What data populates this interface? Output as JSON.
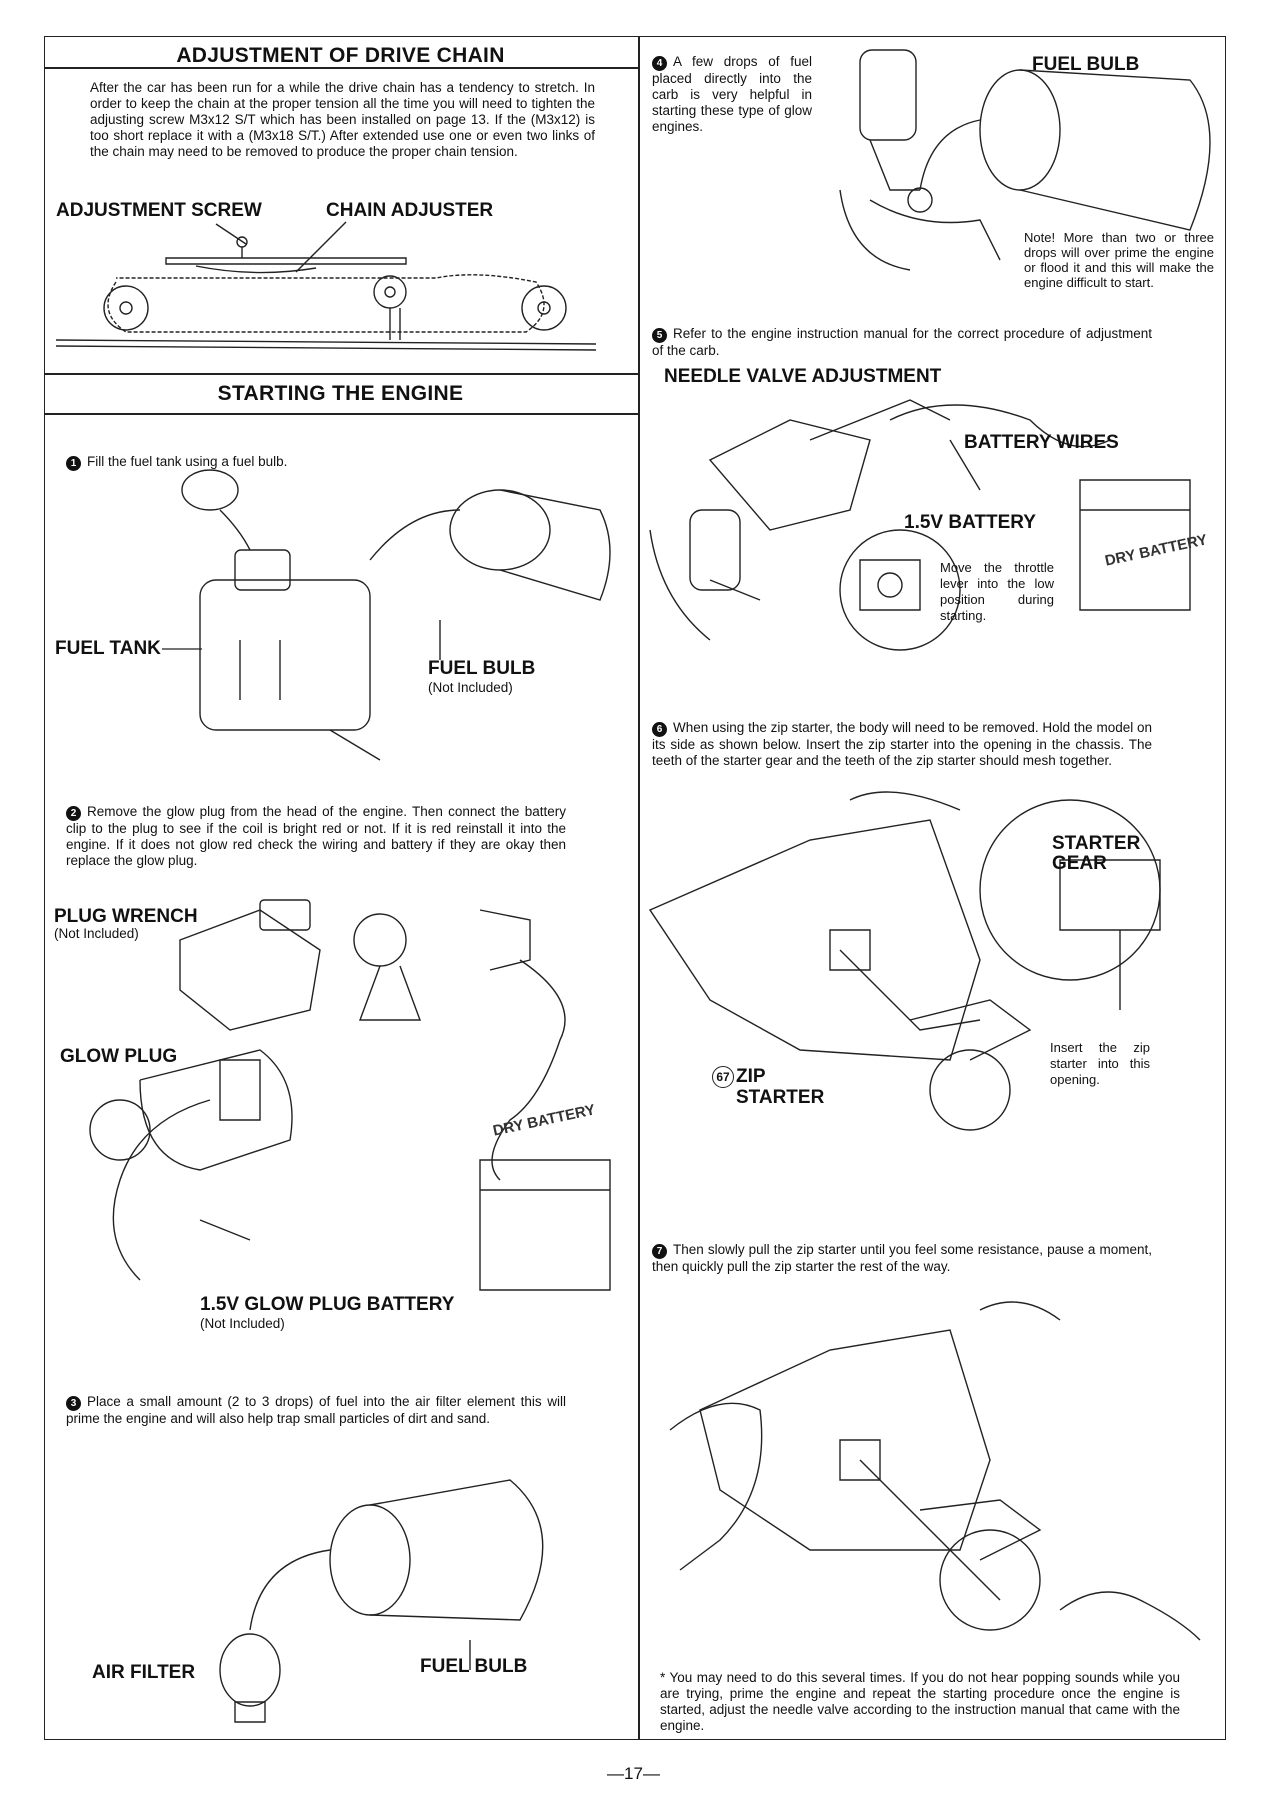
{
  "left": {
    "chain_title": "ADJUSTMENT OF DRIVE CHAIN",
    "chain_text": "After the car has been run for a while the drive chain has a tendency to stretch. In order to keep the chain at the proper tension all the time you will need to tighten the adjusting screw M3x12 S/T which has been installed on page 13. If the (M3x12) is too short replace it with a (M3x18 S/T.) After extended use one or even two links of the chain may need to be removed to produce the proper chain tension.",
    "adjustment_screw": "ADJUSTMENT SCREW",
    "chain_adjuster": "CHAIN ADJUSTER",
    "starting_title": "STARTING THE ENGINE",
    "step1_num": "1",
    "step1": "Fill the fuel tank using a fuel bulb.",
    "fuel_tank": "FUEL TANK",
    "fuel_bulb_1": "FUEL BULB",
    "not_included_1": "(Not Included)",
    "step2_num": "2",
    "step2": "Remove the glow plug from the head of the engine. Then connect the battery clip to the plug to see if the coil is bright red or not. If it is red reinstall it into the engine. If it does not glow red check the wiring and battery if they are okay then replace the glow plug.",
    "plug_wrench": "PLUG WRENCH",
    "not_included_2": "(Not Included)",
    "glow_plug": "GLOW PLUG",
    "glow_battery": "1.5V GLOW PLUG BATTERY",
    "not_included_3": "(Not Included)",
    "dry_battery_1": "DRY BATTERY",
    "step3_num": "3",
    "step3": "Place a small amount (2 to 3 drops) of fuel into the air filter element this will prime the engine and will also help trap small particles of dirt and sand.",
    "air_filter": "AIR FILTER",
    "fuel_bulb_3": "FUEL BULB"
  },
  "right": {
    "step4_num": "4",
    "step4": "A few drops of fuel placed directly into the carb is very helpful in starting these type of glow engines.",
    "fuel_bulb_4": "FUEL BULB",
    "note": "Note! More than two or three drops will over prime the engine or flood it and this will make the engine difficult to start.",
    "step5_num": "5",
    "step5": "Refer to the engine instruction manual for the correct procedure of adjustment of the carb.",
    "needle_valve": "NEEDLE VALVE ADJUSTMENT",
    "battery_wires": "BATTERY WIRES",
    "battery_15v": "1.5V BATTERY",
    "throttle_note": "Move the throttle lever into the low position during starting.",
    "dry_battery_2": "DRY BATTERY",
    "step6_num": "6",
    "step6": "When using the zip starter, the body will need to be removed. Hold the model on its side as shown below. Insert the zip starter into the opening in the chassis. The teeth of the starter gear and the teeth of the zip starter should mesh together.",
    "starter_gear": "STARTER GEAR",
    "zip_starter_num": "67",
    "zip_starter": "ZIP STARTER",
    "insert_note": "Insert the zip starter into this opening.",
    "step7_num": "7",
    "step7": "Then slowly pull the zip starter until you feel some resistance, pause a moment, then quickly pull the zip starter the rest of the way.",
    "footnote": "* You may need to do this several times. If you do not hear popping sounds while you are trying, prime the engine and repeat the starting procedure once the engine is started, adjust the needle valve according to the instruction manual that came with the engine."
  },
  "page_number": "—17—"
}
